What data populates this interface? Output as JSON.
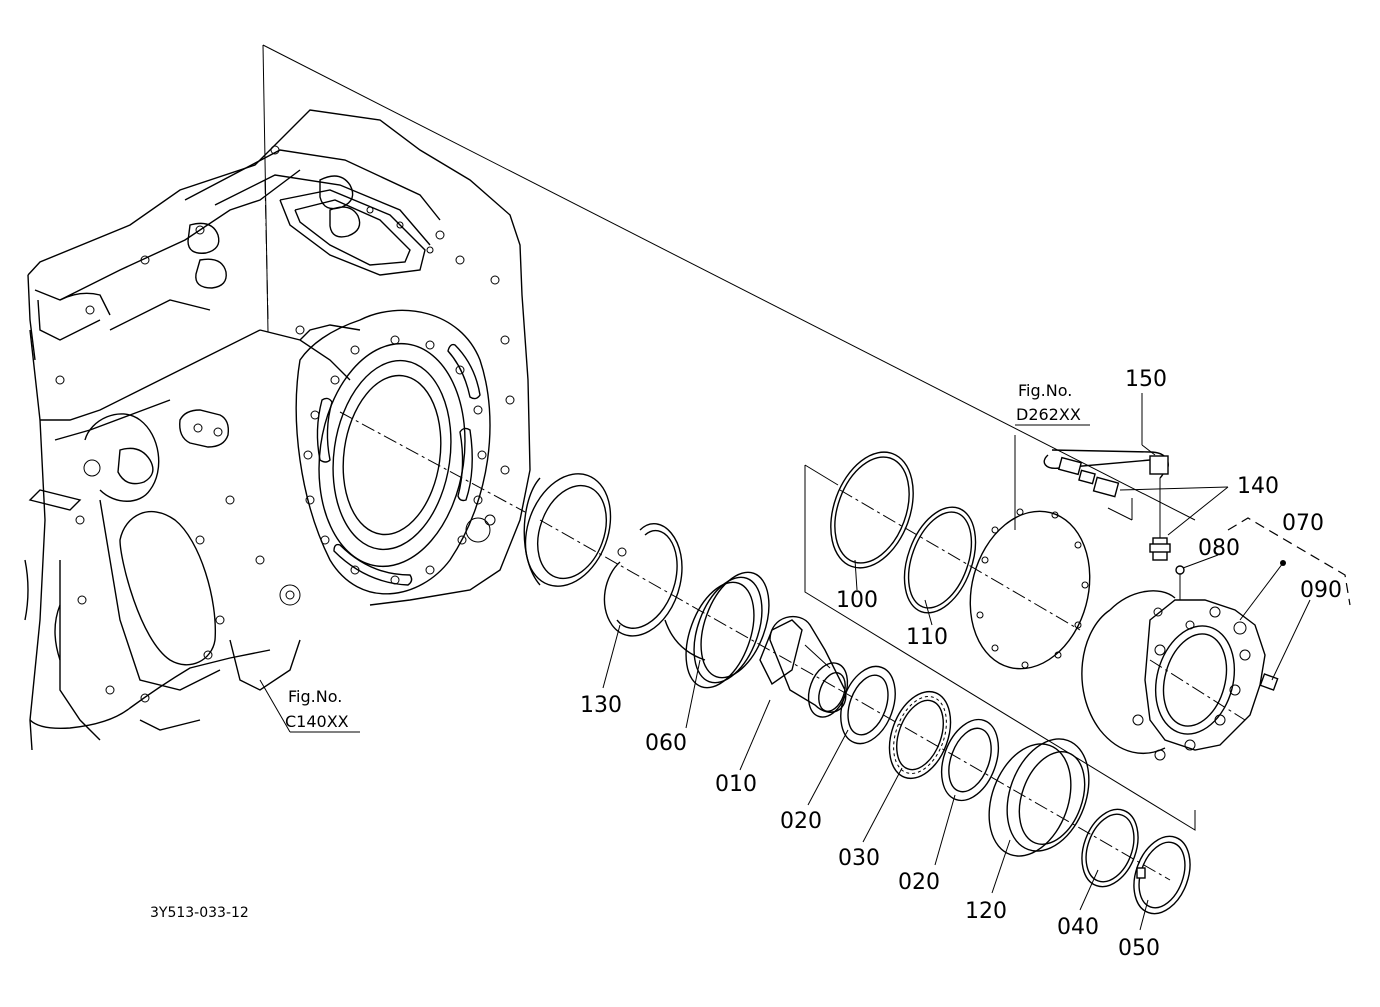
{
  "diagram": {
    "drawing_code": "3Y513-033-12",
    "references": [
      {
        "id": "ref-c140",
        "caption": "Fig.No.",
        "code": "C140XX"
      },
      {
        "id": "ref-d262",
        "caption": "Fig.No.",
        "code": "D262XX"
      }
    ],
    "part_labels": [
      {
        "id": "label-150",
        "text": "150"
      },
      {
        "id": "label-140",
        "text": "140"
      },
      {
        "id": "label-070",
        "text": "070"
      },
      {
        "id": "label-080",
        "text": "080"
      },
      {
        "id": "label-090",
        "text": "090"
      },
      {
        "id": "label-100",
        "text": "100"
      },
      {
        "id": "label-110",
        "text": "110"
      },
      {
        "id": "label-130",
        "text": "130"
      },
      {
        "id": "label-060",
        "text": "060"
      },
      {
        "id": "label-010",
        "text": "010"
      },
      {
        "id": "label-020a",
        "text": "020"
      },
      {
        "id": "label-030",
        "text": "030"
      },
      {
        "id": "label-020b",
        "text": "020"
      },
      {
        "id": "label-120",
        "text": "120"
      },
      {
        "id": "label-040",
        "text": "040"
      },
      {
        "id": "label-050",
        "text": "050"
      }
    ]
  }
}
